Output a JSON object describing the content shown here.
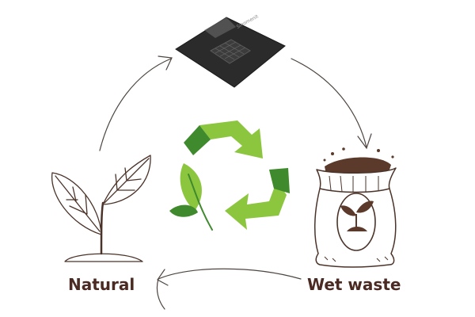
{
  "stages": {
    "natural": {
      "label": "Natural"
    },
    "wet_waste": {
      "label": "Wet waste"
    },
    "device": {
      "brand_text": "Sinomenit"
    }
  },
  "icons": {
    "device": "compost-tile-icon",
    "sack": "compost-sack-icon",
    "plant": "plant-sprout-icon",
    "recycle": "recycle-icon",
    "leaf": "leaf-icon"
  },
  "colors": {
    "label_text": "#4a2a22",
    "line_art": "#4b3329",
    "arrow_line": "#4e4540",
    "recycle_dark": "#3f8a2d",
    "recycle_light": "#8cc63f",
    "device_dark": "#2b2b2b",
    "soil": "#5b3a2c"
  }
}
